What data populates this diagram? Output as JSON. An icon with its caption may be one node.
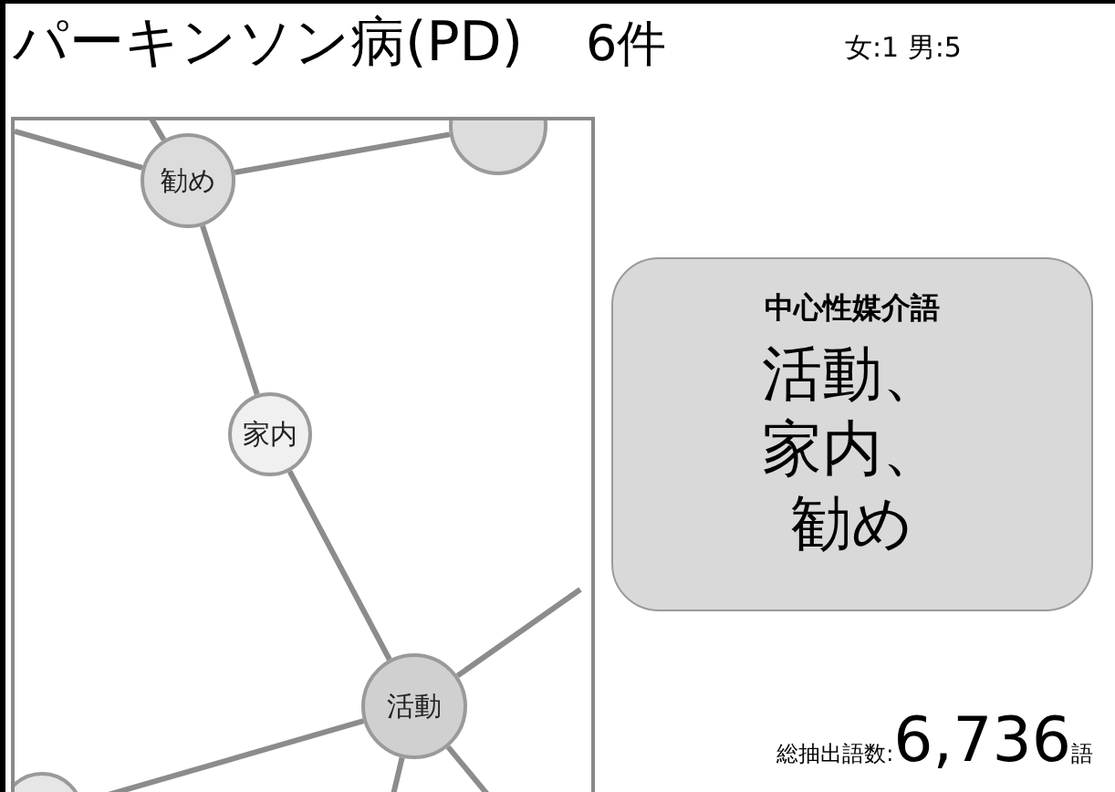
{
  "diagram": {
    "title": "パーキンソン病(PD)",
    "nodes": [
      {
        "text": [
          "勧め"
        ]
      },
      {
        "text": [],
        "shape": "circle"
      },
      {
        "text": [
          "家内"
        ]
      },
      {
        "text": [
          "活動"
        ]
      },
      {
        "text": [],
        "shape": "circle"
      },
      {
        "text": [
          "中心性媒介語",
          "活動、家内、勧め"
        ]
      }
    ],
    "edges": [
      {
        "from": 1,
        "to": 0,
        "arrow": "none"
      },
      {
        "from": 0,
        "to": 2,
        "arrow": "none"
      },
      {
        "from": 2,
        "to": 3,
        "arrow": "none"
      },
      {
        "from": 3,
        "to": 4,
        "arrow": "none"
      },
      {
        "from": null,
        "to": 0,
        "arrow": "none"
      },
      {
        "from": null,
        "to": 0,
        "arrow": "none"
      },
      {
        "from": 3,
        "to": null,
        "arrow": "none"
      },
      {
        "from": 3,
        "to": null,
        "arrow": "none"
      },
      {
        "from": 3,
        "to": null,
        "arrow": "none"
      }
    ],
    "labels": [
      "6件",
      "女:1 男:5",
      "総抽出語数:",
      "6,736",
      "語"
    ]
  }
}
